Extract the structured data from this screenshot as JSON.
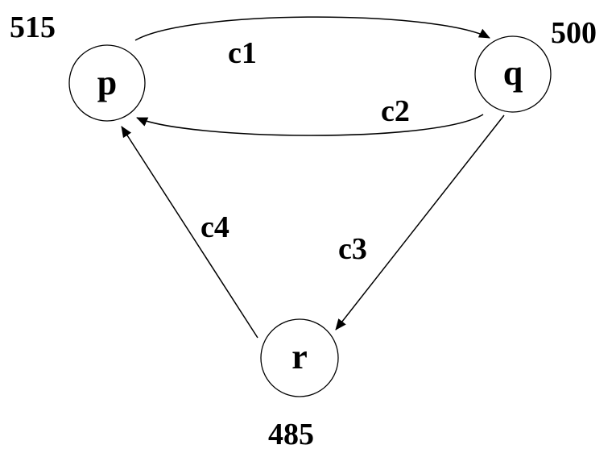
{
  "nodes": [
    {
      "id": "p",
      "label": "p",
      "value": "515"
    },
    {
      "id": "q",
      "label": "q",
      "value": "500"
    },
    {
      "id": "r",
      "label": "r",
      "value": "485"
    }
  ],
  "edges": [
    {
      "id": "c1",
      "label": "c1",
      "from": "p",
      "to": "q"
    },
    {
      "id": "c2",
      "label": "c2",
      "from": "q",
      "to": "p"
    },
    {
      "id": "c3",
      "label": "c3",
      "from": "q",
      "to": "r"
    },
    {
      "id": "c4",
      "label": "c4",
      "from": "r",
      "to": "p"
    }
  ],
  "colors": {
    "ink": "#000000",
    "background": "#ffffff"
  }
}
